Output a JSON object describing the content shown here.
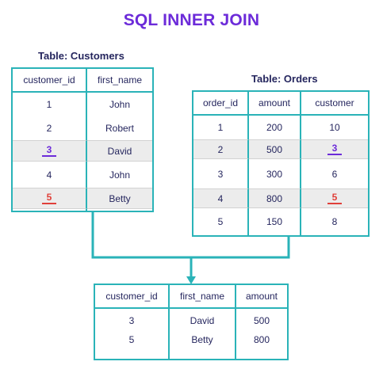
{
  "title": "SQL INNER JOIN",
  "customers": {
    "caption": "Table: Customers",
    "columns": [
      "customer_id",
      "first_name"
    ],
    "rows": [
      [
        "1",
        "John"
      ],
      [
        "2",
        "Robert"
      ],
      [
        "3",
        "David"
      ],
      [
        "4",
        "John"
      ],
      [
        "5",
        "Betty"
      ]
    ]
  },
  "orders": {
    "caption": "Table: Orders",
    "columns": [
      "order_id",
      "amount",
      "customer"
    ],
    "rows": [
      [
        "1",
        "200",
        "10"
      ],
      [
        "2",
        "500",
        "3"
      ],
      [
        "3",
        "300",
        "6"
      ],
      [
        "4",
        "800",
        "5"
      ],
      [
        "5",
        "150",
        "8"
      ]
    ]
  },
  "result": {
    "columns": [
      "customer_id",
      "first_name",
      "amount"
    ],
    "rows": [
      [
        "3",
        "David",
        "500"
      ],
      [
        "5",
        "Betty",
        "800"
      ]
    ]
  },
  "colors": {
    "title": "#6c2bd9",
    "border": "#2ab3b8",
    "match_3": "#6c2bd9",
    "match_5": "#e0403a",
    "highlight_row": "#ececec"
  }
}
